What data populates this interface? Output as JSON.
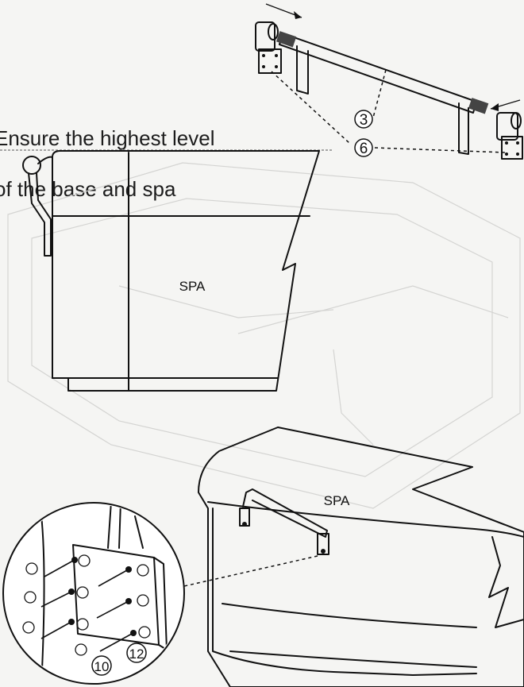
{
  "instruction": {
    "line1": "Ensure the highest level",
    "line2": "of the base and spa"
  },
  "labels": {
    "spa_upper": "SPA",
    "spa_lower": "SPA"
  },
  "callouts": {
    "bar": "3",
    "bracket": "6",
    "plug": "10",
    "screw": "12"
  }
}
